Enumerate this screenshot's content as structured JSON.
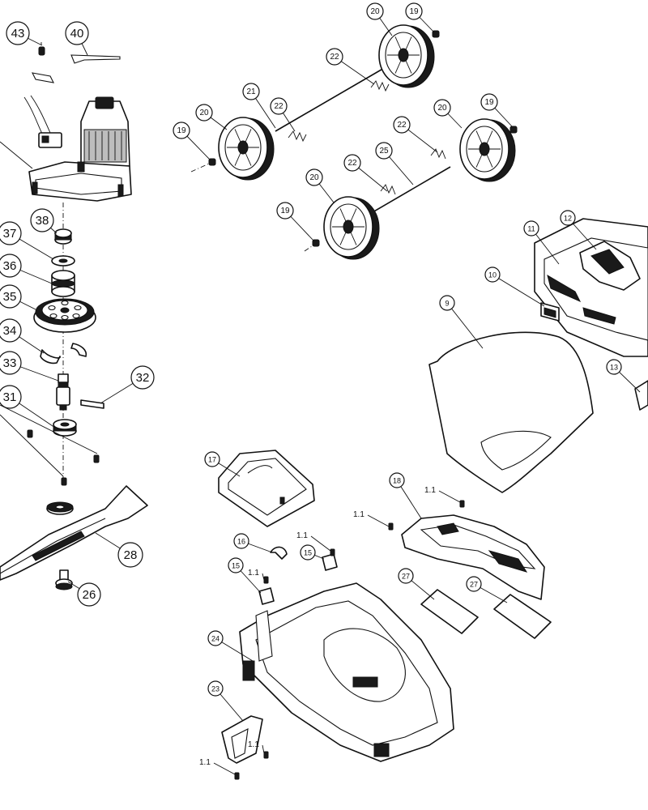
{
  "diagram": {
    "highlight_color": "#f5deb3",
    "callouts": [
      {
        "id": "c43",
        "label": "43"
      },
      {
        "id": "c40",
        "label": "40"
      },
      {
        "id": "c38",
        "label": "38"
      },
      {
        "id": "c37",
        "label": "37"
      },
      {
        "id": "c36",
        "label": "36"
      },
      {
        "id": "c35",
        "label": "35"
      },
      {
        "id": "c34",
        "label": "34"
      },
      {
        "id": "c33",
        "label": "33"
      },
      {
        "id": "c32",
        "label": "32"
      },
      {
        "id": "c31",
        "label": "31"
      },
      {
        "id": "c28",
        "label": "28",
        "highlighted": true
      },
      {
        "id": "c26",
        "label": "26"
      },
      {
        "id": "c20a",
        "label": "20"
      },
      {
        "id": "c19a",
        "label": "19"
      },
      {
        "id": "c22a",
        "label": "22"
      },
      {
        "id": "c21",
        "label": "21"
      },
      {
        "id": "c22b",
        "label": "22"
      },
      {
        "id": "c20b",
        "label": "20"
      },
      {
        "id": "c19b",
        "label": "19"
      },
      {
        "id": "c20c",
        "label": "20"
      },
      {
        "id": "c19c",
        "label": "19"
      },
      {
        "id": "c22c",
        "label": "22"
      },
      {
        "id": "c25",
        "label": "25"
      },
      {
        "id": "c22d",
        "label": "22"
      },
      {
        "id": "c20d",
        "label": "20"
      },
      {
        "id": "c19d",
        "label": "19"
      },
      {
        "id": "c11",
        "label": "11"
      },
      {
        "id": "c12",
        "label": "12"
      },
      {
        "id": "c10",
        "label": "10"
      },
      {
        "id": "c9",
        "label": "9"
      },
      {
        "id": "c13",
        "label": "13"
      },
      {
        "id": "c17",
        "label": "17"
      },
      {
        "id": "c18",
        "label": "18"
      },
      {
        "id": "c16",
        "label": "16"
      },
      {
        "id": "c15a",
        "label": "15"
      },
      {
        "id": "c15b",
        "label": "15"
      },
      {
        "id": "c27a",
        "label": "27"
      },
      {
        "id": "c27b",
        "label": "27"
      },
      {
        "id": "c24",
        "label": "24"
      },
      {
        "id": "c23",
        "label": "23"
      }
    ],
    "screw_labels": [
      {
        "id": "s1",
        "label": "1.1"
      },
      {
        "id": "s2",
        "label": "1.1"
      },
      {
        "id": "s3",
        "label": "1.1"
      },
      {
        "id": "s4",
        "label": "1.1"
      },
      {
        "id": "s5",
        "label": "1.1"
      },
      {
        "id": "s6",
        "label": "1.1"
      }
    ]
  }
}
